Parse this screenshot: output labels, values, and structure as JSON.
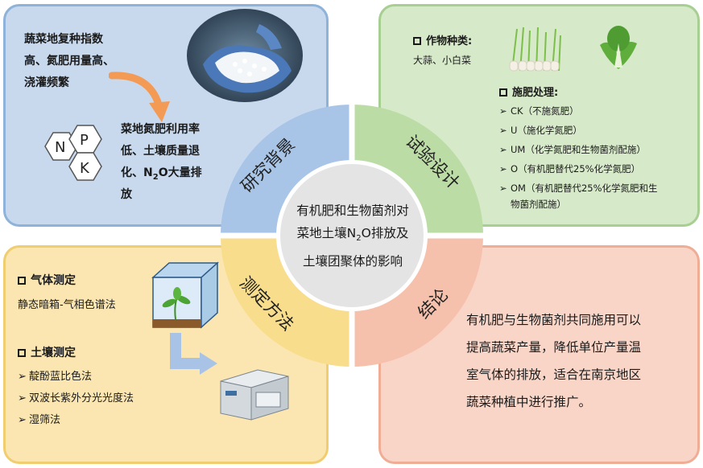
{
  "background": {
    "p1": "蔬菜地复种指数",
    "p2": "高、氮肥用量高、",
    "p3": "浇灌频繁",
    "p4": "菜地氮肥利用率",
    "p5": "低、土壤质量退",
    "p6": "化、N",
    "p6_sub": "2",
    "p6_end": "O大量排",
    "p7": "放",
    "hex_n": "N",
    "hex_p": "P",
    "hex_k": "K"
  },
  "design": {
    "crop_title": "作物种类:",
    "crop_list": "大蒜、小白菜",
    "fert_title": "施肥处理:",
    "treatments": [
      "CK（不施氮肥）",
      "U（施化学氮肥）",
      "UM（化学氮肥和生物菌剂配施）",
      "O（有机肥替代25%化学氮肥）",
      "OM（有机肥替代25%化学氮肥和生"
    ],
    "treatment_wrap": "物菌剂配施）"
  },
  "methods": {
    "gas_title": "气体测定",
    "gas_method": "静态暗箱-气相色谱法",
    "soil_title": "土壤测定",
    "soil_methods": [
      "靛酚蓝比色法",
      "双波长紫外分光光度法",
      "湿筛法"
    ]
  },
  "conclusion": {
    "lines": [
      "有机肥与生物菌剂共同施用可以",
      "提高蔬菜产量，降低单位产量温",
      "室气体的排放，适合在南京地区",
      "蔬菜种植中进行推广。"
    ]
  },
  "center": {
    "line1": "有机肥和生物菌剂对",
    "line2_a": "菜地土壤N",
    "line2_sub": "2",
    "line2_b": "O排放及",
    "line3": "土壤团聚体的影响"
  },
  "ring": {
    "tl": "研究背景",
    "tr": "试验设计",
    "bl": "测定方法",
    "br": "结论"
  },
  "colors": {
    "blue": "#8eb2d9",
    "green": "#a7cf92",
    "yellow": "#f0cd6e",
    "salmon": "#f0ad96",
    "orange_arrow": "#f39a55"
  }
}
